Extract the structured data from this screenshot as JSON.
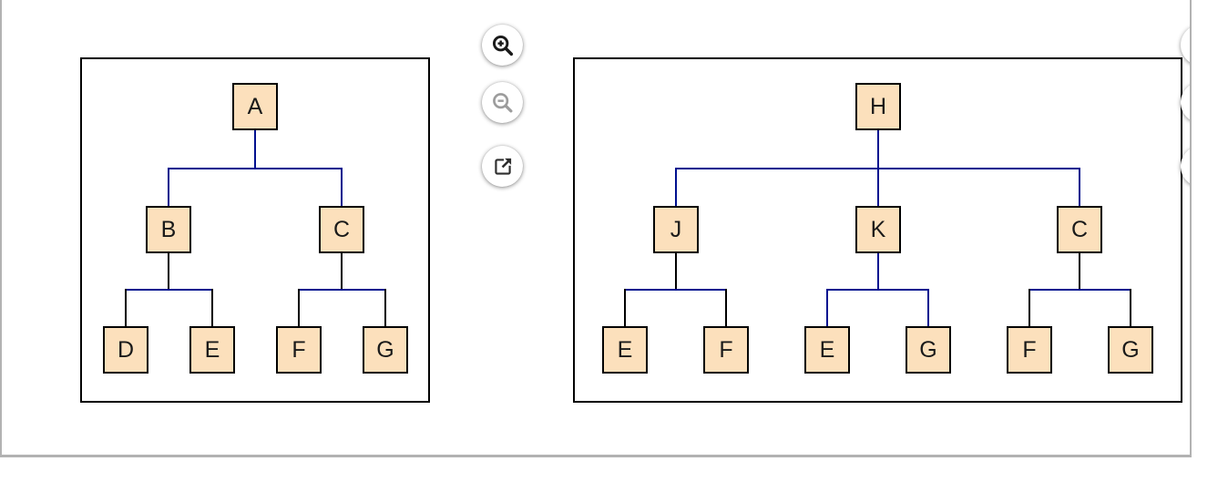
{
  "colors": {
    "edge_navy": "#00108F",
    "edge_black": "#000000",
    "node_fill": "#FCE0BC",
    "node_border": "#000000",
    "node_text": "#1A1A1A",
    "box_border": "#000000",
    "frame_border": "#B2B2B2",
    "icon_dark": "#1A1A1A",
    "icon_gray": "#9C9C9C",
    "icon_open": "#2E2E2E"
  },
  "controls": {
    "buttons": [
      {
        "name": "zoom-in",
        "icon": "magnifier-plus-icon",
        "state": "enabled"
      },
      {
        "name": "zoom-out",
        "icon": "magnifier-minus-icon",
        "state": "disabled"
      },
      {
        "name": "open-in-new-window",
        "icon": "external-link-icon",
        "state": "enabled"
      }
    ],
    "clipped_right_edge_buttons": 3
  },
  "diagrams": [
    {
      "id": "tree-left",
      "root": {
        "label": "A",
        "edge_to_children": {
          "stub": "edge_navy",
          "rail": "edge_navy",
          "drop": "edge_navy"
        },
        "children": [
          {
            "label": "B",
            "edge_to_children": {
              "stub": "edge_black",
              "rail": "edge_navy",
              "drop": "edge_black"
            },
            "children": [
              {
                "label": "D"
              },
              {
                "label": "E"
              }
            ]
          },
          {
            "label": "C",
            "edge_to_children": {
              "stub": "edge_black",
              "rail": "edge_navy",
              "drop": "edge_black"
            },
            "children": [
              {
                "label": "F"
              },
              {
                "label": "G"
              }
            ]
          }
        ]
      }
    },
    {
      "id": "tree-right",
      "root": {
        "label": "H",
        "edge_to_children": {
          "stub": "edge_navy",
          "rail": "edge_navy",
          "drop": "edge_navy"
        },
        "children": [
          {
            "label": "J",
            "edge_to_children": {
              "stub": "edge_black",
              "rail": "edge_navy",
              "drop": "edge_black"
            },
            "children": [
              {
                "label": "E"
              },
              {
                "label": "F"
              }
            ]
          },
          {
            "label": "K",
            "edge_to_children": {
              "stub": "edge_navy",
              "rail": "edge_navy",
              "drop": "edge_navy"
            },
            "children": [
              {
                "label": "E"
              },
              {
                "label": "G"
              }
            ]
          },
          {
            "label": "C",
            "edge_to_children": {
              "stub": "edge_black",
              "rail": "edge_navy",
              "drop": "edge_black"
            },
            "children": [
              {
                "label": "F"
              },
              {
                "label": "G"
              }
            ]
          }
        ]
      }
    }
  ]
}
